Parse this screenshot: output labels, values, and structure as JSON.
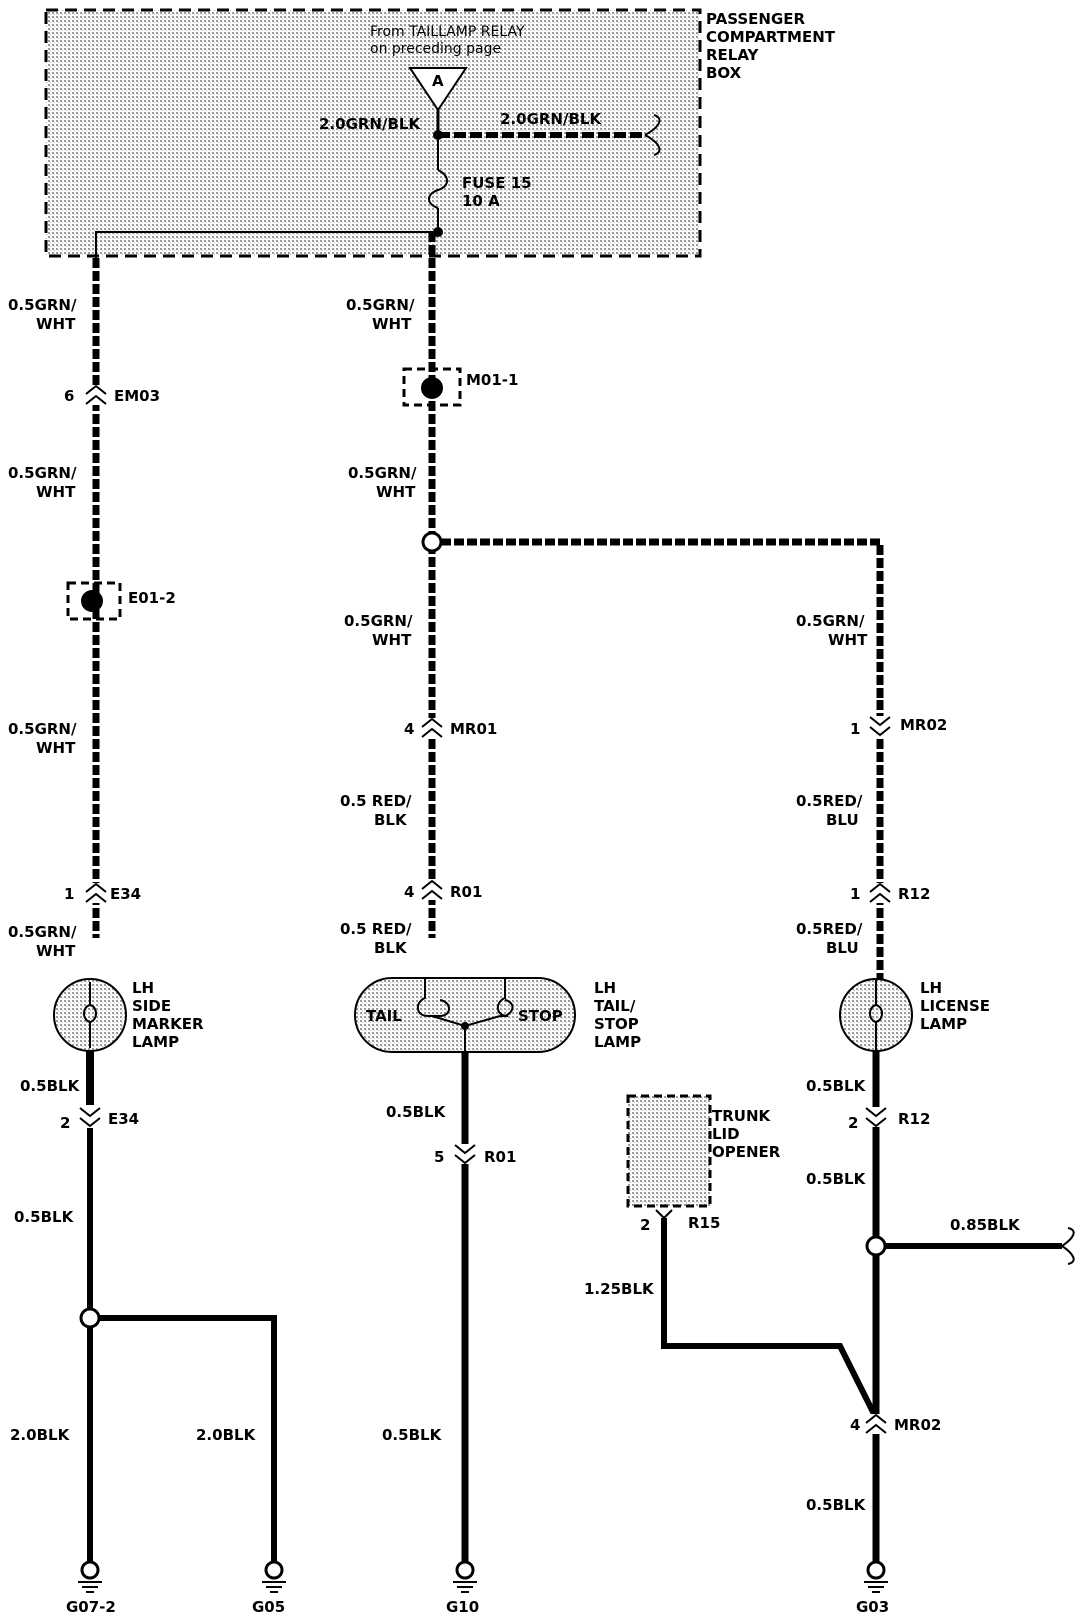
{
  "relay_box": {
    "title_lines": [
      "PASSENGER",
      "COMPARTMENT",
      "RELAY",
      "BOX"
    ],
    "from_note_lines": [
      "From TAILLAMP RELAY",
      "on preceding page"
    ],
    "connector_ref": "A",
    "feed_wire_left": "2.0GRN/BLK",
    "feed_wire_right": "2.0GRN/BLK",
    "fuse_lines": [
      "FUSE 15",
      "10 A"
    ]
  },
  "branch_left": {
    "wire_1": [
      "0.5GRN/",
      "WHT"
    ],
    "conn_em03_pin": "6",
    "conn_em03": "EM03",
    "wire_2": [
      "0.5GRN/",
      "WHT"
    ],
    "splice": "E01-2",
    "wire_3": [
      "0.5GRN/",
      "WHT"
    ],
    "conn_e34_pin1": "1",
    "conn_e34": "E34",
    "wire_4": [
      "0.5GRN/",
      "WHT"
    ],
    "lamp_lines": [
      "LH",
      "SIDE",
      "MARKER",
      "LAMP"
    ],
    "wire_5": "0.5BLK",
    "conn_e34_pin2": "2",
    "wire_6": "0.5BLK",
    "wire_7": "2.0BLK",
    "wire_8": "2.0BLK",
    "ground_1": "G07-2",
    "ground_2": "G05"
  },
  "branch_center": {
    "wire_1": [
      "0.5GRN/",
      "WHT"
    ],
    "splice": "M01-1",
    "wire_2": [
      "0.5GRN/",
      "WHT"
    ],
    "wire_3": [
      "0.5GRN/",
      "WHT"
    ],
    "conn_mr01_pin": "4",
    "conn_mr01": "MR01",
    "wire_4": [
      "0.5 RED/",
      "BLK"
    ],
    "conn_r01_pin4": "4",
    "conn_r01": "R01",
    "wire_5": [
      "0.5 RED/",
      "BLK"
    ],
    "lamp_tail": "TAIL",
    "lamp_stop": "STOP",
    "lamp_lines": [
      "LH",
      "TAIL/",
      "STOP",
      "LAMP"
    ],
    "wire_6": "0.5BLK",
    "conn_r01_pin5": "5",
    "wire_7": "0.5BLK",
    "ground": "G10"
  },
  "branch_right": {
    "wire_1": [
      "0.5GRN/",
      "WHT"
    ],
    "conn_mr02_pin1": "1",
    "conn_mr02": "MR02",
    "wire_2": [
      "0.5RED/",
      "BLU"
    ],
    "conn_r12_pin1": "1",
    "conn_r12": "R12",
    "wire_3": [
      "0.5RED/",
      "BLU"
    ],
    "lamp_lines": [
      "LH",
      "LICENSE",
      "LAMP"
    ],
    "wire_4": "0.5BLK",
    "conn_r12_pin2": "2",
    "wire_5": "0.5BLK",
    "wire_6": "0.85BLK",
    "trunk_lines": [
      "TRUNK",
      "LID",
      "OPENER"
    ],
    "conn_r15_pin": "2",
    "conn_r15": "R15",
    "wire_7": "1.25BLK",
    "conn_mr02_pin4": "4",
    "wire_8": "0.5BLK",
    "ground": "G03"
  }
}
